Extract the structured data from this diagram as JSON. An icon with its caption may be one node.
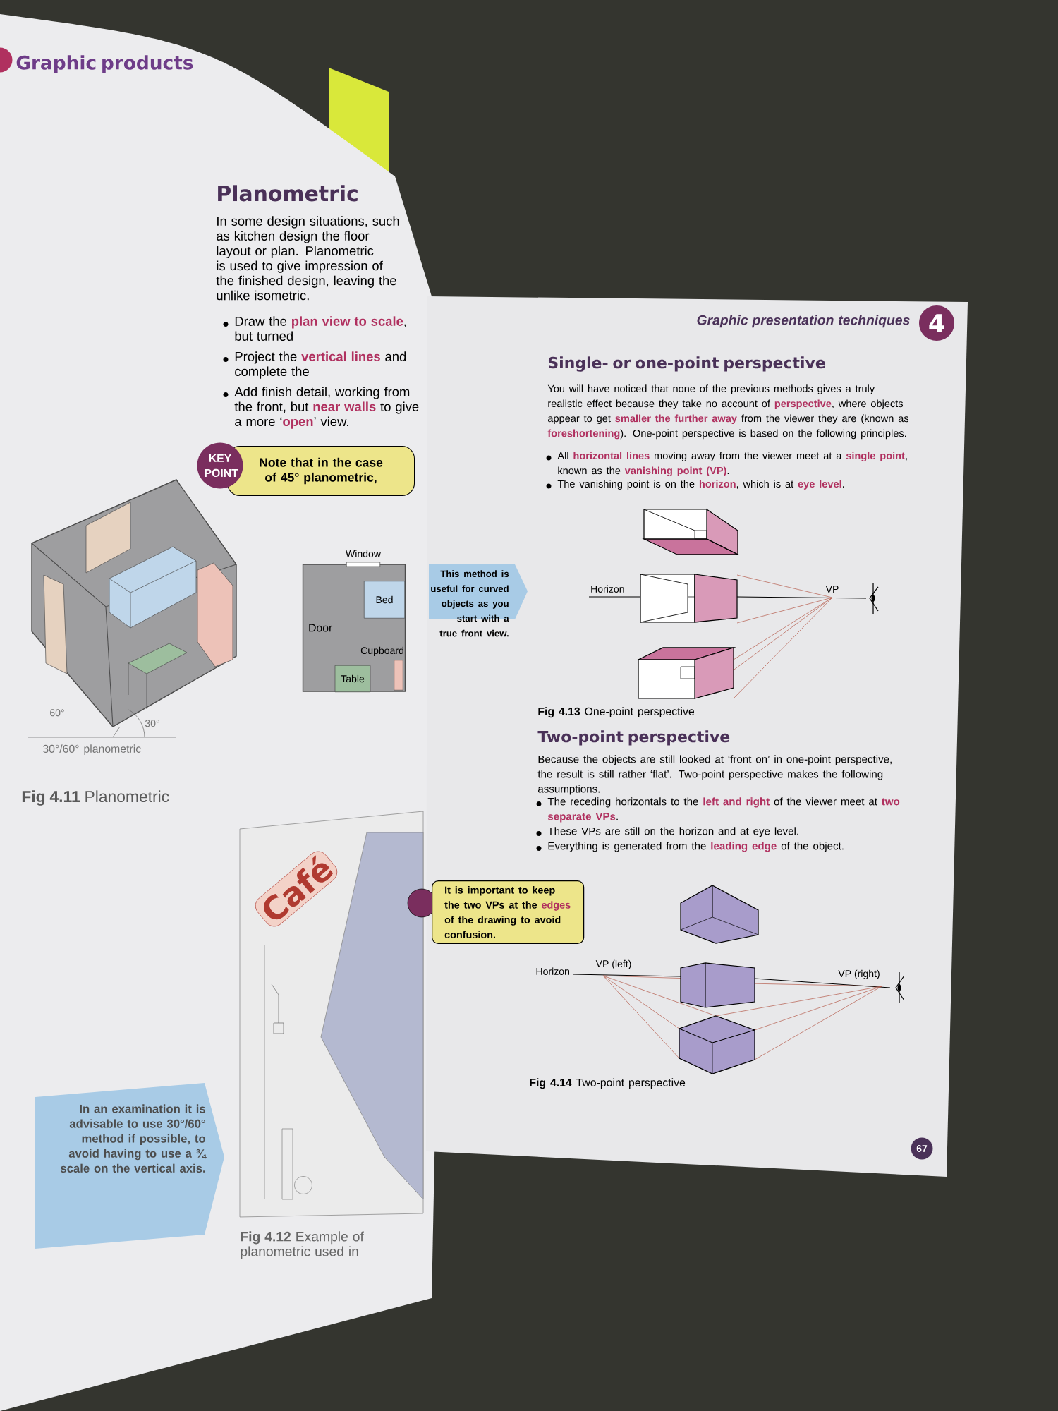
{
  "diagram": {
    "nodes": [
      {
        "text": [
          "KEY POINT"
        ]
      },
      {
        "text": [
          "Note that in the case of 45° planometric,"
        ]
      },
      {
        "text": [
          "Door"
        ]
      },
      {
        "text": [
          "Bed"
        ],
        "in": 2
      },
      {
        "text": [
          "Table"
        ],
        "in": 2
      },
      {
        "text": [],
        "shape": "box",
        "in": 2,
        "beside": [
          "Cupboard"
        ]
      },
      {
        "text": [],
        "shape": "box",
        "beside": [
          "Window"
        ]
      },
      {
        "text": [
          "This method is useful for curved objects as you start with a true front view."
        ]
      },
      {
        "text": [
          "In an examination it is advisable to use 30°/60° method if possible, to avoid having to use a ¾ scale on the vertical axis."
        ]
      },
      {
        "text": [
          "It is important to keep the two VPs at the **edges** of the drawing to avoid confusion."
        ]
      },
      {
        "text": [
          "4"
        ]
      },
      {
        "text": [
          "67"
        ]
      }
    ],
    "labels": [
      "Graphic products",
      "Planometric",
      "In some design situations, such as kitchen design the floor layout or plan. Planometric is used to give impression of the finished design, leaving the unlike isometric.",
      "Draw the **plan view to scale**, but turned",
      "Project the **vertical lines** and complete the",
      "Add finish detail, working from the front, but **near walls** to give a more ‘**open**’ view.",
      "60°",
      "30°",
      "30°/60° planometric",
      "**Fig 4.11** Planometric",
      "Café",
      "**Fig 4.12** Example of planometric used in",
      "Graphic presentation techniques",
      "Single- or one-point perspective",
      "You will have noticed that none of the previous methods gives a truly realistic effect because they take no account of **perspective**, where objects appear to get **smaller the further away** from the viewer they are (known as **foreshortening**). One-point perspective is based on the following principles.",
      "All **horizontal lines** moving away from the viewer meet at a **single point**, known as the **vanishing point (VP)**.",
      "The vanishing point is on the **horizon**, which is at **eye level**.",
      "Horizon",
      "VP",
      "**Fig 4.13** One-point perspective",
      "Two-point perspective",
      "Because the objects are still looked at ‘front on’ in one-point perspective, the result is still rather ‘flat’. Two-point perspective makes the following assumptions.",
      "The receding horizontals to the **left and right** of the viewer meet at **two separate VPs**.",
      "These VPs are still on the horizon and at eye level.",
      "Everything is generated from the **leading edge** of the object.",
      "Horizon",
      "VP (left)",
      "VP (right)",
      "**Fig 4.14** Two-point perspective"
    ]
  }
}
